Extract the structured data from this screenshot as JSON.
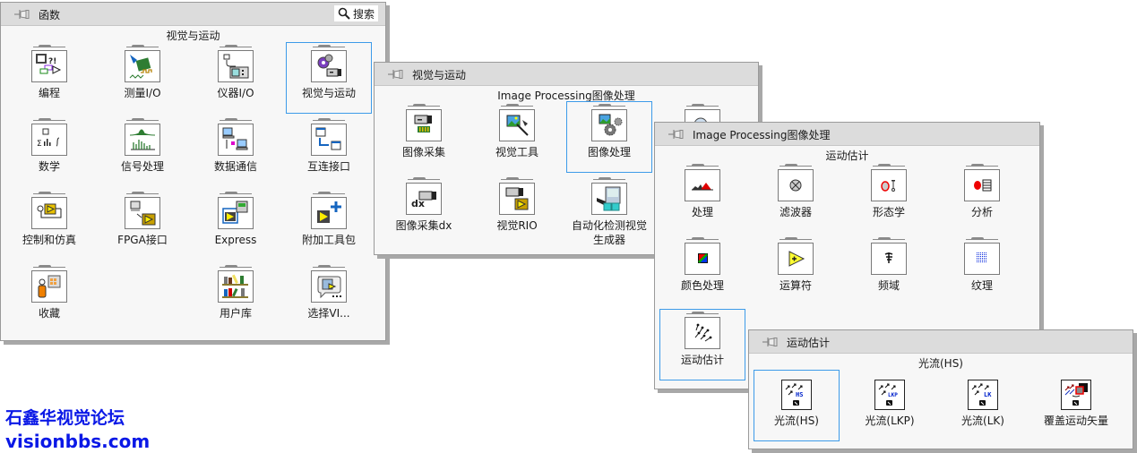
{
  "panels": {
    "functions": {
      "title": "函数",
      "search_label": "搜索",
      "subtitle": "视觉与运动",
      "items": [
        {
          "label": "编程",
          "icon": "programming-icon"
        },
        {
          "label": "测量I/O",
          "icon": "measurement-io-icon"
        },
        {
          "label": "仪器I/O",
          "icon": "instrument-io-icon"
        },
        {
          "label": "视觉与运动",
          "icon": "vision-motion-icon",
          "selected": true
        },
        {
          "label": "数学",
          "icon": "math-icon"
        },
        {
          "label": "信号处理",
          "icon": "signal-processing-icon"
        },
        {
          "label": "数据通信",
          "icon": "data-communication-icon"
        },
        {
          "label": "互连接口",
          "icon": "connectivity-icon"
        },
        {
          "label": "控制和仿真",
          "icon": "control-simulation-icon"
        },
        {
          "label": "FPGA接口",
          "icon": "fpga-interface-icon"
        },
        {
          "label": "Express",
          "icon": "express-icon"
        },
        {
          "label": "附加工具包",
          "icon": "addons-icon"
        },
        {
          "label": "收藏",
          "icon": "favorites-icon"
        },
        {
          "label": "用户库",
          "icon": "user-libraries-icon"
        },
        {
          "label": "选择VI...",
          "icon": "select-vi-icon"
        }
      ]
    },
    "vision_motion": {
      "title": "视觉与运动",
      "subtitle": "Image Processing图像处理",
      "items": [
        {
          "label": "图像采集",
          "icon": "image-acquisition-icon"
        },
        {
          "label": "视觉工具",
          "icon": "vision-utilities-icon"
        },
        {
          "label": "图像处理",
          "icon": "image-processing-icon",
          "selected": true
        },
        {
          "label": "",
          "icon": "machine-vision-icon"
        },
        {
          "label": "图像采集dx",
          "icon": "image-acquisition-dx-icon"
        },
        {
          "label": "视觉RIO",
          "icon": "vision-rio-icon"
        },
        {
          "label": "自动化检测视觉",
          "label2": "生成器",
          "icon": "vision-builder-icon"
        }
      ]
    },
    "image_processing": {
      "title": "Image Processing图像处理",
      "subtitle": "运动估计",
      "items": [
        {
          "label": "处理",
          "icon": "processing-icon"
        },
        {
          "label": "滤波器",
          "icon": "filters-icon"
        },
        {
          "label": "形态学",
          "icon": "morphology-icon"
        },
        {
          "label": "分析",
          "icon": "analysis-icon"
        },
        {
          "label": "颜色处理",
          "icon": "color-processing-icon"
        },
        {
          "label": "运算符",
          "icon": "operators-icon"
        },
        {
          "label": "频域",
          "icon": "frequency-domain-icon"
        },
        {
          "label": "纹理",
          "icon": "texture-icon"
        },
        {
          "label": "运动估计",
          "icon": "motion-estimation-icon",
          "selected": true
        }
      ]
    },
    "motion_estimation": {
      "title": "运动估计",
      "subtitle": "光流(HS)",
      "items": [
        {
          "label": "光流(HS)",
          "icon": "optical-flow-hs-icon",
          "tag": "HS",
          "selected": true
        },
        {
          "label": "光流(LKP)",
          "icon": "optical-flow-lkp-icon",
          "tag": "LKP"
        },
        {
          "label": "光流(LK)",
          "icon": "optical-flow-lk-icon",
          "tag": "LK"
        },
        {
          "label": "覆盖运动矢量",
          "icon": "overlay-motion-vectors-icon"
        }
      ]
    }
  },
  "watermark": {
    "line1": "石鑫华视觉论坛",
    "line2": "visionbbs.com"
  },
  "colors": {
    "selection": "#3d9be9",
    "titlebar": "#dcdcdc",
    "panel": "#f7f7f7",
    "watermark": "#0a18e6"
  }
}
